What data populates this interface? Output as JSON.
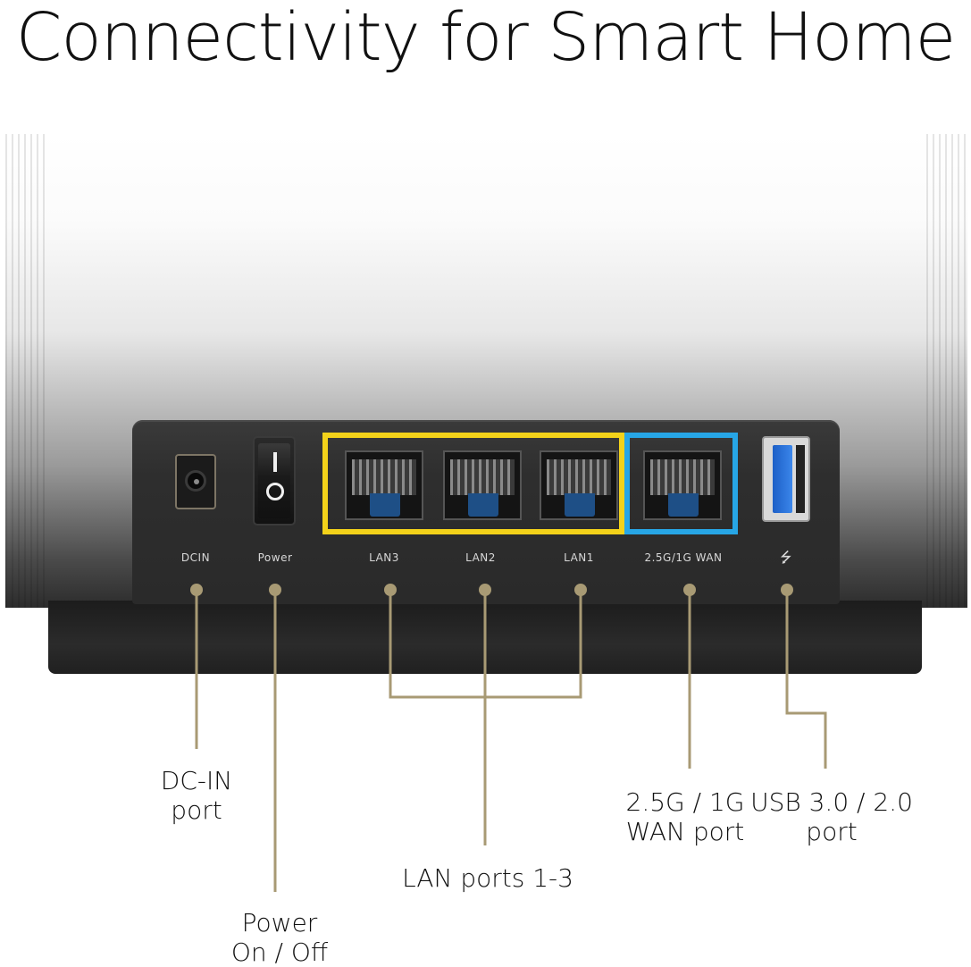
{
  "title": "Connectivity for Smart Home",
  "panel_labels": {
    "dcin": "DCIN",
    "power": "Power",
    "lan3": "LAN3",
    "lan2": "LAN2",
    "lan1": "LAN1",
    "wan": "2.5G/1G WAN",
    "usb_symbol": "⭍"
  },
  "callouts": {
    "dcin": [
      "DC-IN",
      "port"
    ],
    "power": [
      "Power",
      "On / Off"
    ],
    "lan": [
      "LAN ports 1-3"
    ],
    "wan": [
      "2.5G / 1G",
      "WAN port"
    ],
    "usb": [
      "USB 3.0 / 2.0",
      "port"
    ]
  },
  "colors": {
    "lan_highlight": "#f3d21a",
    "wan_highlight": "#27a6e6",
    "leader_line": "#a89a74"
  }
}
